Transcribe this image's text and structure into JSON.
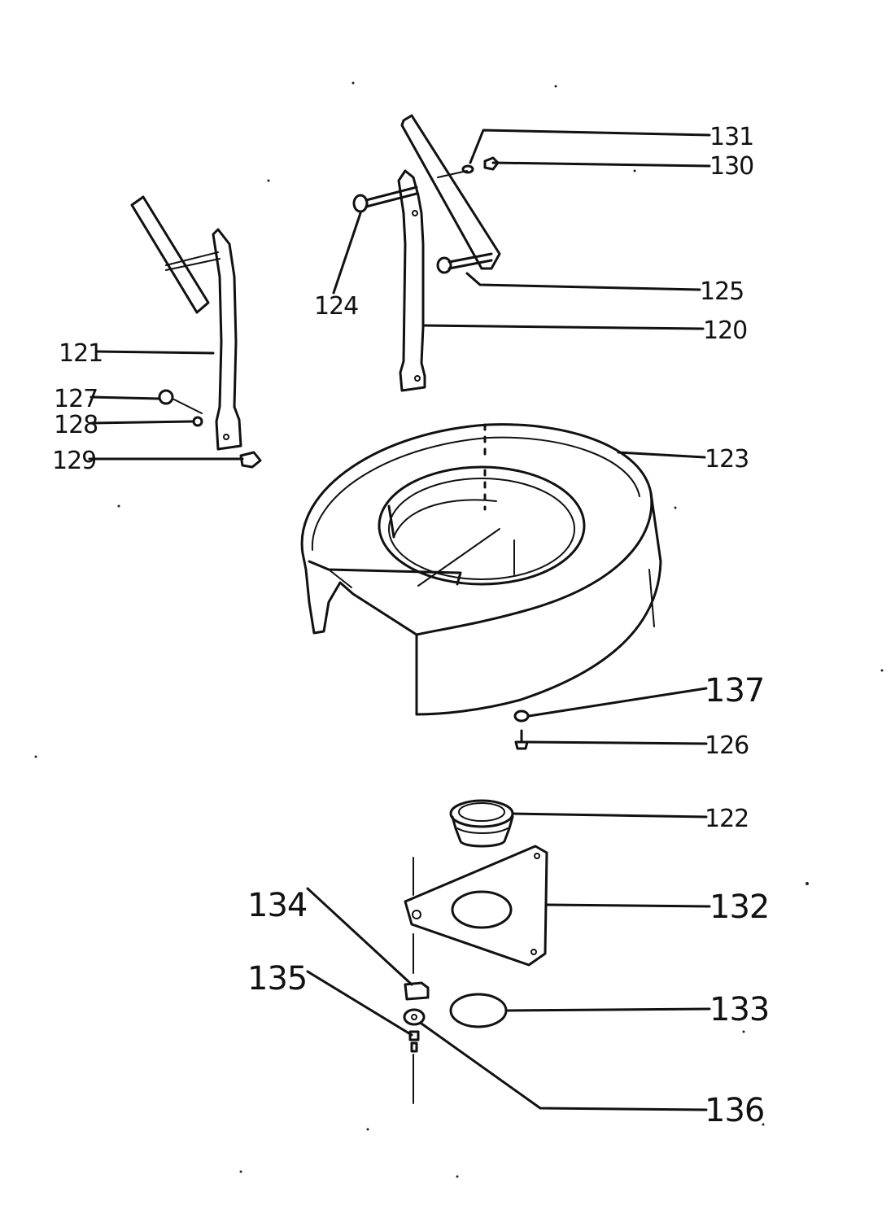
{
  "callouts": [
    {
      "id": "131",
      "text": "131"
    },
    {
      "id": "130",
      "text": "130"
    },
    {
      "id": "124",
      "text": "124"
    },
    {
      "id": "125",
      "text": "125"
    },
    {
      "id": "120",
      "text": "120"
    },
    {
      "id": "121",
      "text": "121"
    },
    {
      "id": "127",
      "text": "127"
    },
    {
      "id": "128",
      "text": "128"
    },
    {
      "id": "129",
      "text": "129"
    },
    {
      "id": "123",
      "text": "123"
    },
    {
      "id": "137",
      "text": "137"
    },
    {
      "id": "126",
      "text": "126"
    },
    {
      "id": "122",
      "text": "122"
    },
    {
      "id": "134",
      "text": "134"
    },
    {
      "id": "132",
      "text": "132"
    },
    {
      "id": "135",
      "text": "135"
    },
    {
      "id": "133",
      "text": "133"
    },
    {
      "id": "136",
      "text": "136"
    }
  ]
}
